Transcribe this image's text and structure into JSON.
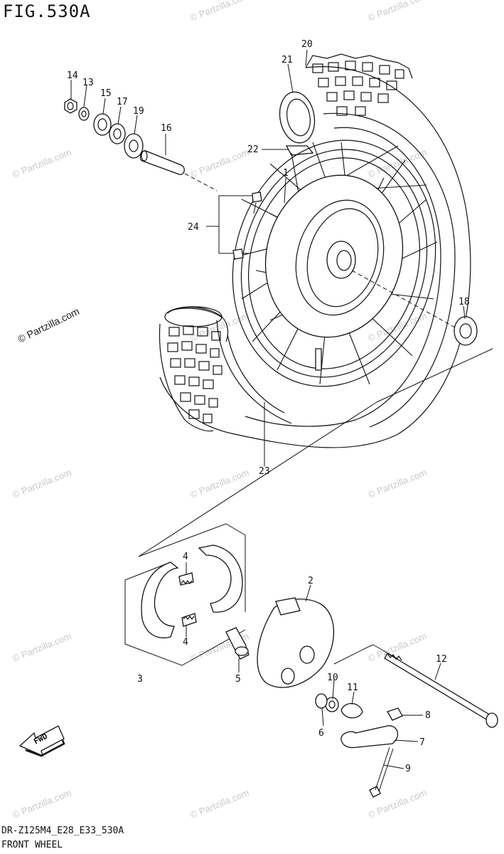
{
  "figure": {
    "title": "FIG.530A",
    "model_code": "DR-Z125M4_E28_E33_530A",
    "section_name": "FRONT WHEEL"
  },
  "watermark": {
    "text": "© Partzilla.com"
  },
  "fwd_label": "FWD",
  "parts": {
    "p1": "1",
    "p2": "2",
    "p3": "3",
    "p4a": "4",
    "p4b": "4",
    "p5": "5",
    "p6": "6",
    "p7": "7",
    "p8": "8",
    "p9": "9",
    "p10": "10",
    "p11": "11",
    "p12": "12",
    "p13": "13",
    "p14": "14",
    "p15": "15",
    "p16": "16",
    "p17": "17",
    "p18": "18",
    "p19": "19",
    "p20": "20",
    "p21": "21",
    "p22": "22",
    "p23": "23",
    "p24": "24"
  }
}
